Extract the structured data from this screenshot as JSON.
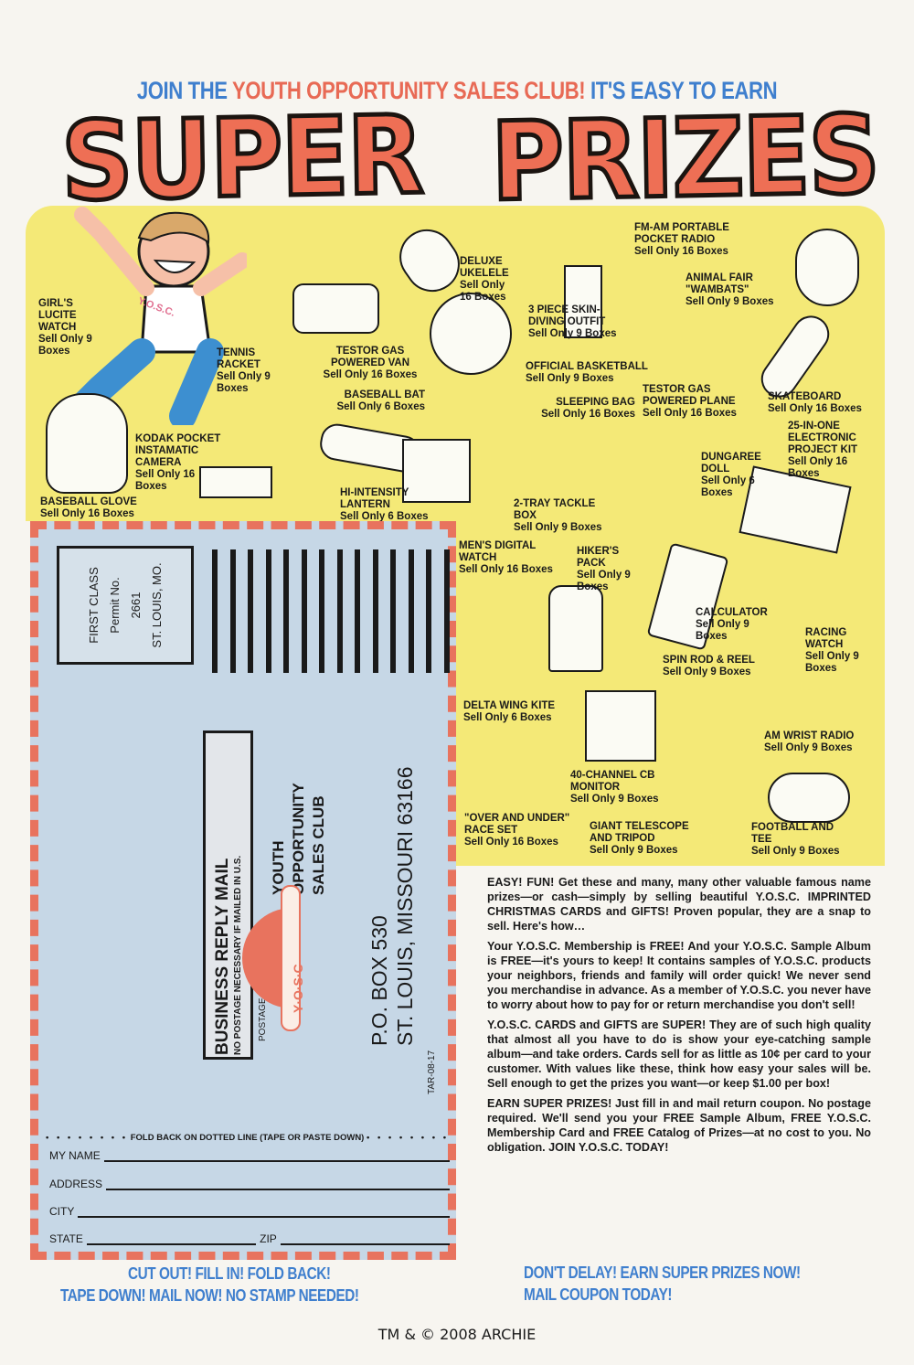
{
  "header": {
    "part1": "JOIN THE",
    "part2": "YOUTH OPPORTUNITY SALES CLUB!",
    "part3": "IT'S EASY TO EARN",
    "title_word1": "SUPER",
    "title_word2": "PRIZES"
  },
  "colors": {
    "blue_text": "#3f7fce",
    "red_text": "#e86a55",
    "title_fill": "#ee6f55",
    "prize_background": "#f4e977",
    "coupon_background": "#c6d7e6",
    "coupon_border": "#e8735e"
  },
  "prizes": [
    {
      "name": "GIRL'S LUCITE WATCH",
      "sell": "Sell Only 9 Boxes"
    },
    {
      "name": "TENNIS RACKET",
      "sell": "Sell Only 9 Boxes"
    },
    {
      "name": "TESTOR GAS POWERED VAN",
      "sell": "Sell Only 16 Boxes"
    },
    {
      "name": "DELUXE UKELELE",
      "sell": "Sell Only 16 Boxes"
    },
    {
      "name": "3 PIECE SKIN-DIVING OUTFIT",
      "sell": "Sell Only 9 Boxes"
    },
    {
      "name": "FM-AM PORTABLE POCKET RADIO",
      "sell": "Sell Only 16 Boxes"
    },
    {
      "name": "ANIMAL FAIR \"WAMBATS\"",
      "sell": "Sell Only 9 Boxes"
    },
    {
      "name": "OFFICIAL BASKETBALL",
      "sell": "Sell Only 9 Boxes"
    },
    {
      "name": "BASEBALL BAT",
      "sell": "Sell Only 6 Boxes"
    },
    {
      "name": "TESTOR GAS POWERED PLANE",
      "sell": "Sell Only 16 Boxes"
    },
    {
      "name": "SKATEBOARD",
      "sell": "Sell Only 16 Boxes"
    },
    {
      "name": "KODAK POCKET INSTAMATIC CAMERA",
      "sell": "Sell Only 16 Boxes"
    },
    {
      "name": "SLEEPING BAG",
      "sell": "Sell Only 16 Boxes"
    },
    {
      "name": "25-IN-ONE ELECTRONIC PROJECT KIT",
      "sell": "Sell Only 16 Boxes"
    },
    {
      "name": "DUNGAREE DOLL",
      "sell": "Sell Only 6 Boxes"
    },
    {
      "name": "BASEBALL GLOVE",
      "sell": "Sell Only 16 Boxes"
    },
    {
      "name": "HI-INTENSITY LANTERN",
      "sell": "Sell Only 6 Boxes"
    },
    {
      "name": "2-TRAY TACKLE BOX",
      "sell": "Sell Only 9 Boxes"
    },
    {
      "name": "MEN'S DIGITAL WATCH",
      "sell": "Sell Only 16 Boxes"
    },
    {
      "name": "HIKER'S PACK",
      "sell": "Sell Only 9 Boxes"
    },
    {
      "name": "CALCULATOR",
      "sell": "Sell Only 9 Boxes"
    },
    {
      "name": "RACING WATCH",
      "sell": "Sell Only 9 Boxes"
    },
    {
      "name": "SPIN ROD & REEL",
      "sell": "Sell Only 9 Boxes"
    },
    {
      "name": "DELTA WING KITE",
      "sell": "Sell Only 6 Boxes"
    },
    {
      "name": "AM WRIST RADIO",
      "sell": "Sell Only 9 Boxes"
    },
    {
      "name": "40-CHANNEL CB MONITOR",
      "sell": "Sell Only 9 Boxes"
    },
    {
      "name": "\"OVER AND UNDER\" RACE SET",
      "sell": "Sell Only 16 Boxes"
    },
    {
      "name": "GIANT TELESCOPE AND TRIPOD",
      "sell": "Sell Only 9 Boxes"
    },
    {
      "name": "FOOTBALL AND TEE",
      "sell": "Sell Only 9 Boxes"
    }
  ],
  "mascot": {
    "shirt_text": "Y.O.S.C."
  },
  "coupon": {
    "permit": {
      "line1": "FIRST CLASS",
      "line2": "Permit No.",
      "line3": "2661",
      "line4": "ST. LOUIS, MO."
    },
    "brm_title": "BUSINESS REPLY MAIL",
    "brm_sub": "NO POSTAGE NECESSARY IF MAILED IN U.S.",
    "postage_paid": "POSTAGE WILL BE PAID BY",
    "club_line1": "YOUTH",
    "club_line2": "OPPORTUNITY",
    "club_line3": "SALES CLUB",
    "logo_text": "Y·O·S·C",
    "address_line1": "P.O. BOX 530",
    "address_line2": "ST. LOUIS, MISSOURI 63166",
    "code": "TAR-08-17",
    "fold_instruction": "FOLD BACK ON DOTTED LINE (TAPE OR PASTE DOWN)",
    "fields": {
      "name_label": "MY NAME",
      "address_label": "ADDRESS",
      "city_label": "CITY",
      "state_label": "STATE",
      "zip_label": "ZIP"
    }
  },
  "body": {
    "p1": "EASY! FUN! Get these and many, many other valuable famous name prizes—or cash—simply by selling beautiful Y.O.S.C. IMPRINTED CHRISTMAS CARDS and GIFTS! Proven popular, they are a snap to sell. Here's how…",
    "p2": "Your Y.O.S.C. Membership is FREE! And your Y.O.S.C. Sample Album is FREE—it's yours to keep! It contains samples of Y.O.S.C. products your neighbors, friends and family will order quick! We never send you merchandise in advance. As a member of Y.O.S.C. you never have to worry about how to pay for or return merchandise you don't sell!",
    "p3": "Y.O.S.C. CARDS and GIFTS are SUPER! They are of such high quality that almost all you have to do is show your eye-catching sample album—and take orders. Cards sell for as little as 10¢ per card to your customer. With values like these, think how easy your sales will be. Sell enough to get the prizes you want—or keep $1.00 per box!",
    "p4": "EARN SUPER PRIZES! Just fill in and mail return coupon. No postage required. We'll send you your FREE Sample Album, FREE Y.O.S.C. Membership Card and FREE Catalog of Prizes—at no cost to you. No obligation. JOIN Y.O.S.C. TODAY!"
  },
  "taglines": {
    "left_line1": "CUT OUT!   FILL IN!   FOLD BACK!",
    "left_line2": "TAPE DOWN!   MAIL NOW!   NO STAMP NEEDED!",
    "right_line1": "DON'T DELAY! EARN SUPER PRIZES NOW!",
    "right_line2": "MAIL COUPON TODAY!"
  },
  "footer": {
    "copyright": "TM & © 2008 ARCHIE"
  }
}
